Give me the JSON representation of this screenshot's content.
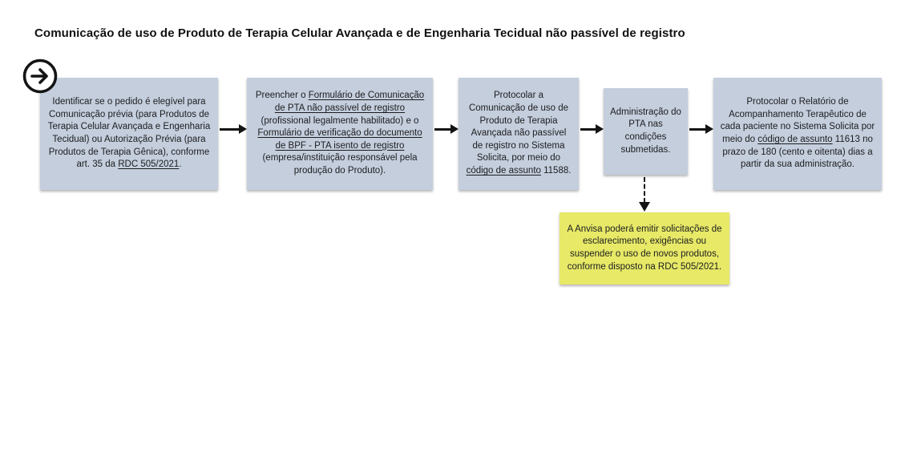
{
  "page": {
    "title": "Comunicação de uso de Produto de Terapia Celular Avançada e de Engenharia Tecidual não passível de registro"
  },
  "colors": {
    "step_fill": "#c4cedd",
    "note_fill": "#e7e967",
    "arrow": "#141414",
    "text": "#1d1d1f",
    "background": "#ffffff"
  },
  "icons": {
    "start": "arrow-right-circle-icon"
  },
  "steps": [
    {
      "name": "step-1-eligibility",
      "segments": [
        {
          "t": "Identificar se o pedido é elegível para Comunicação prévia (para Produtos de Terapia Celular Avançada e Engenharia Tecidual) ou Autorização Prévia (para Produtos de Terapia Gênica), conforme art. 35 da ",
          "u": false
        },
        {
          "t": "RDC 505/2021",
          "u": true
        },
        {
          "t": ".",
          "u": false
        }
      ]
    },
    {
      "name": "step-2-fill-forms",
      "segments": [
        {
          "t": "Preencher o ",
          "u": false
        },
        {
          "t": "Formulário de Comunicação de PTA não passível de registro",
          "u": true
        },
        {
          "t": " (profissional legalmente habilitado) e o ",
          "u": false
        },
        {
          "t": "Formulário de verificação do documento de BPF - PTA isento de registro",
          "u": true
        },
        {
          "t": " (empresa/instituição responsável pela produção do Produto).",
          "u": false
        }
      ]
    },
    {
      "name": "step-3-protocol-communication",
      "segments": [
        {
          "t": "Protocolar a Comunicação de uso de Produto de Terapia Avançada não passível de registro no Sistema Solicita, por meio do ",
          "u": false
        },
        {
          "t": "código de assunto",
          "u": true
        },
        {
          "t": " 11588.",
          "u": false
        }
      ]
    },
    {
      "name": "step-4-administration",
      "segments": [
        {
          "t": "Administração do PTA nas condições submetidas.",
          "u": false
        }
      ]
    },
    {
      "name": "step-5-protocol-report",
      "segments": [
        {
          "t": "Protocolar o Relatório de Acompanhamento Terapêutico de cada paciente no Sistema Solicita por meio do ",
          "u": false
        },
        {
          "t": "código de assunto",
          "u": true
        },
        {
          "t": " 11613 no prazo de 180 (cento e oitenta) dias a partir da sua administração.",
          "u": false
        }
      ]
    }
  ],
  "note": {
    "name": "anvisa-warning-note",
    "segments": [
      {
        "t": "A Anvisa poderá emitir solicitações de esclarecimento, exigências ou suspender o uso de novos produtos, conforme disposto na RDC 505/2021.",
        "u": false
      }
    ]
  }
}
